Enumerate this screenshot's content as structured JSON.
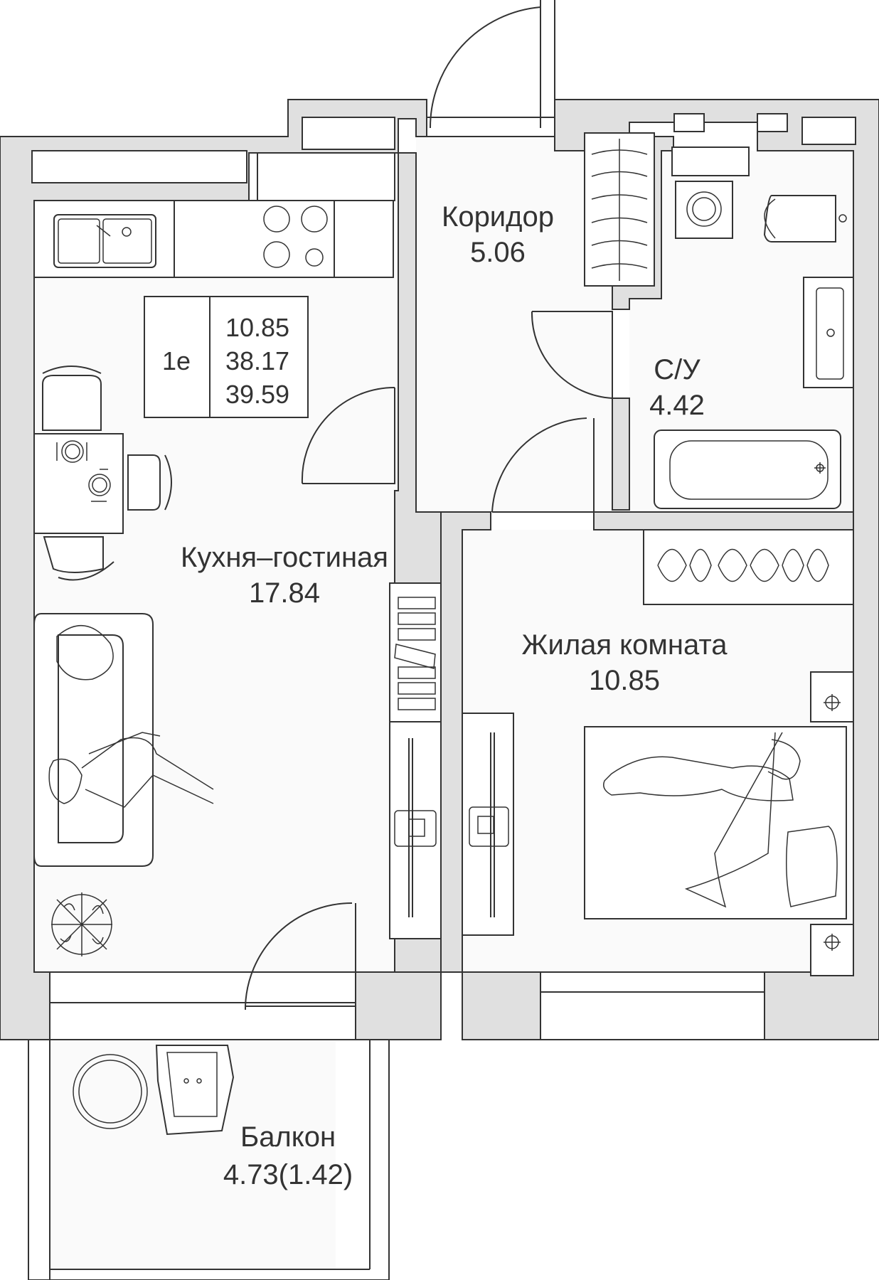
{
  "info_box": {
    "type": "1е",
    "living_area": "10.85",
    "total_area": "38.17",
    "total_area_with_balcony": "39.59"
  },
  "rooms": [
    {
      "id": "corridor",
      "name": "Коридор",
      "area": "5.06"
    },
    {
      "id": "bathroom",
      "name": "С/У",
      "area": "4.42"
    },
    {
      "id": "kitchen-living",
      "name": "Кухня–гостиная",
      "area": "17.84"
    },
    {
      "id": "bedroom",
      "name": "Жилая комната",
      "area": "10.85"
    },
    {
      "id": "balcony",
      "name": "Балкон",
      "area": "4.73(1.42)"
    }
  ],
  "colors": {
    "wall": "#e0e0e0",
    "line": "#333333",
    "floor": "#fafafa"
  }
}
